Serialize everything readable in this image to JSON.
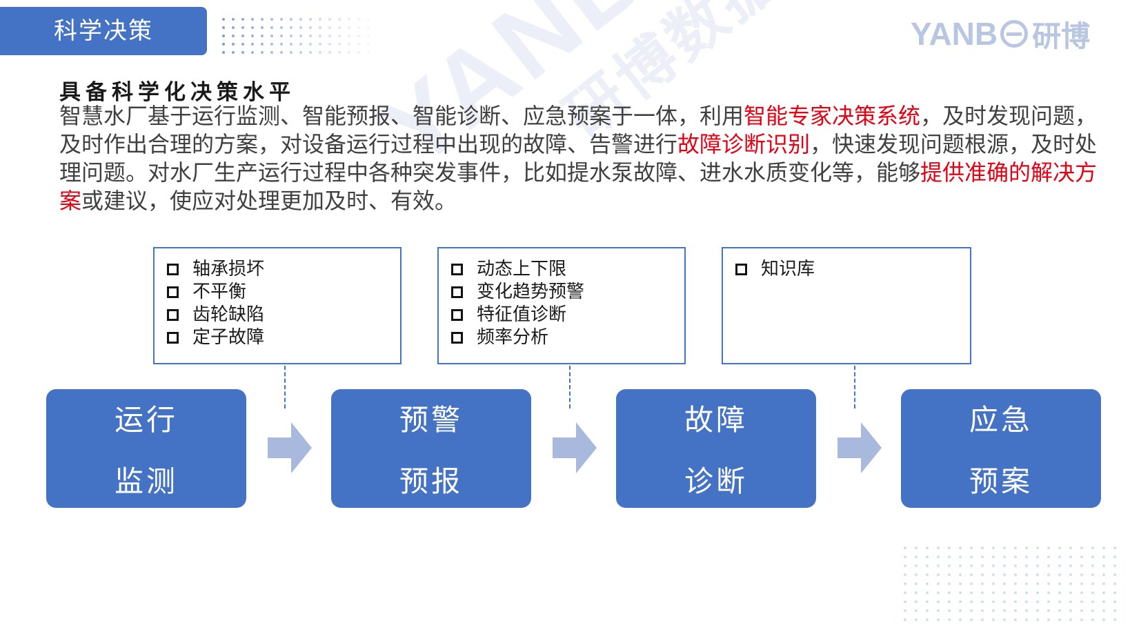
{
  "header": {
    "title": "科学决策"
  },
  "logo": {
    "latin_left": "YANB",
    "chinese": "研博"
  },
  "section": {
    "heading": "具备科学化决策水平",
    "paragraph": [
      {
        "text": "智慧水厂基于运行监测、智能预报、智能诊断、应急预案于一体，利用",
        "highlight": false
      },
      {
        "text": "智能专家决策系统",
        "highlight": true
      },
      {
        "text": "，及时发现问题，及时作出合理的方案，对设备运行过程中出现的故障、告警进行",
        "highlight": false
      },
      {
        "text": "故障诊断识别",
        "highlight": true
      },
      {
        "text": "，快速发现问题根源，及时处理问题。对水厂生产运行过程中各种突发事件，比如提水泵故障、进水水质变化等，能够",
        "highlight": false
      },
      {
        "text": "提供准确的解决方案",
        "highlight": true
      },
      {
        "text": "或建议，使应对处理更加及时、有效。",
        "highlight": false
      }
    ]
  },
  "colors": {
    "accent": "#4472c4",
    "highlight": "#e60012",
    "arrow": "#a9b9de"
  },
  "details": [
    {
      "items": [
        "轴承损坏",
        "不平衡",
        "齿轮缺陷",
        "定子故障"
      ]
    },
    {
      "items": [
        "动态上下限",
        "变化趋势预警",
        "特征值诊断",
        "频率分析"
      ]
    },
    {
      "items": [
        "知识库"
      ]
    }
  ],
  "stages": [
    {
      "line1": "运行",
      "line2": "监测"
    },
    {
      "line1": "预警",
      "line2": "预报"
    },
    {
      "line1": "故障",
      "line2": "诊断"
    },
    {
      "line1": "应急",
      "line2": "预案"
    }
  ],
  "watermark": {
    "latin": "YANBOOT",
    "chinese": "研博数据"
  }
}
